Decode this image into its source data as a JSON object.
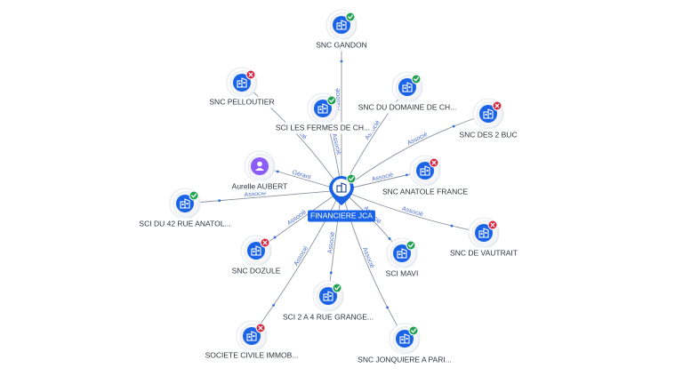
{
  "center": {
    "label": "FINANCIERE JCA",
    "status": "ok"
  },
  "nodes": [
    {
      "id": "n1",
      "label": "SNC GANDON",
      "type": "company",
      "status": "ok",
      "edge_label": "Associé"
    },
    {
      "id": "n2",
      "label": "SNC PELLOUTIER",
      "type": "company",
      "status": "ko",
      "edge_label": "Associé"
    },
    {
      "id": "n3",
      "label": "SCI LES FERMES DE CH...",
      "type": "company",
      "status": "ok",
      "edge_label": "Associé"
    },
    {
      "id": "n4",
      "label": "SNC DU DOMAINE DE CH...",
      "type": "company",
      "status": "ok",
      "edge_label": "Associé"
    },
    {
      "id": "n5",
      "label": "SNC DES 2 BUC",
      "type": "company",
      "status": "ko",
      "edge_label": "Associé"
    },
    {
      "id": "n6",
      "label": "Aurelle AUBERT",
      "type": "person",
      "status": "",
      "edge_label": "Gérant"
    },
    {
      "id": "n7",
      "label": "SNC ANATOLE FRANCE",
      "type": "company",
      "status": "ko",
      "edge_label": "Associé"
    },
    {
      "id": "n8",
      "label": "SCI DU 42 RUE ANATOL...",
      "type": "company",
      "status": "ok",
      "edge_label": "Associé"
    },
    {
      "id": "n9",
      "label": "SNC DE VAUTRAIT",
      "type": "company",
      "status": "ko",
      "edge_label": "Associé"
    },
    {
      "id": "n10",
      "label": "SNC DOZULE",
      "type": "company",
      "status": "ko",
      "edge_label": "Associé"
    },
    {
      "id": "n11",
      "label": "SCI MAVI",
      "type": "company",
      "status": "ok",
      "edge_label": "Associé"
    },
    {
      "id": "n12",
      "label": "SCI 2 A 4 RUE GRANGE...",
      "type": "company",
      "status": "ok",
      "edge_label": "Associé"
    },
    {
      "id": "n13",
      "label": "SOCIETE CIVILE IMMOB...",
      "type": "company",
      "status": "ko",
      "edge_label": "Associé"
    },
    {
      "id": "n14",
      "label": "SNC JONQUIERE A PARI...",
      "type": "company",
      "status": "ok",
      "edge_label": "Associé"
    }
  ],
  "colors": {
    "company_bg": "#1a63e6",
    "person_bg": "#8b5cf6",
    "ok": "#21a352",
    "ko": "#d8243f",
    "edge": "#8a93a3",
    "edge_label": "#4a6fd0"
  },
  "icons": {
    "company": "building-icon",
    "person": "person-icon",
    "ok": "check-icon",
    "ko": "cross-icon"
  }
}
